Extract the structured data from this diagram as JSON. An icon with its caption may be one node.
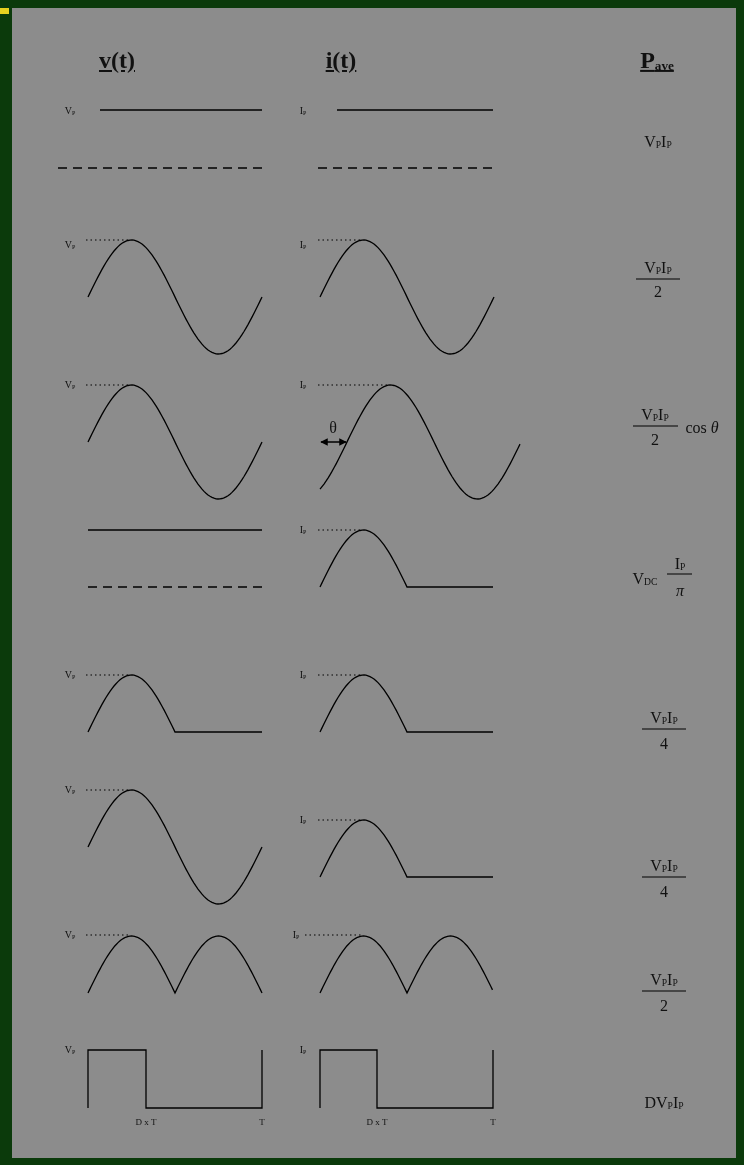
{
  "diagram": {
    "labels": [
      "v(t)",
      "i(t)",
      "P$_{ave}$",
      "V$_{P}$",
      "I$_{P}$",
      "V$_{P}$I$_{P}$",
      "V$_{P}$",
      "I$_{P}$",
      "V$_{P}$I$_{P}$",
      "2",
      "V$_{P}$",
      "I$_{P}$",
      "θ",
      "V$_{P}$I$_{P}$",
      "2",
      "cos *θ*",
      "I$_{P}$",
      "V$_{DC}$",
      "I$_{P}$",
      "π",
      "V$_{P}$",
      "I$_{P}$",
      "V$_{P}$I$_{P}$",
      "4",
      "V$_{P}$",
      "I$_{P}$",
      "V$_{P}$I$_{P}$",
      "4",
      "V$_{P}$",
      "I$_{P}$",
      "V$_{P}$I$_{P}$",
      "2",
      "V$_{P}$",
      "I$_{P}$",
      "DV$_{P}$I$_{P}$",
      "D x T",
      "T",
      "D x T",
      "T"
    ]
  }
}
